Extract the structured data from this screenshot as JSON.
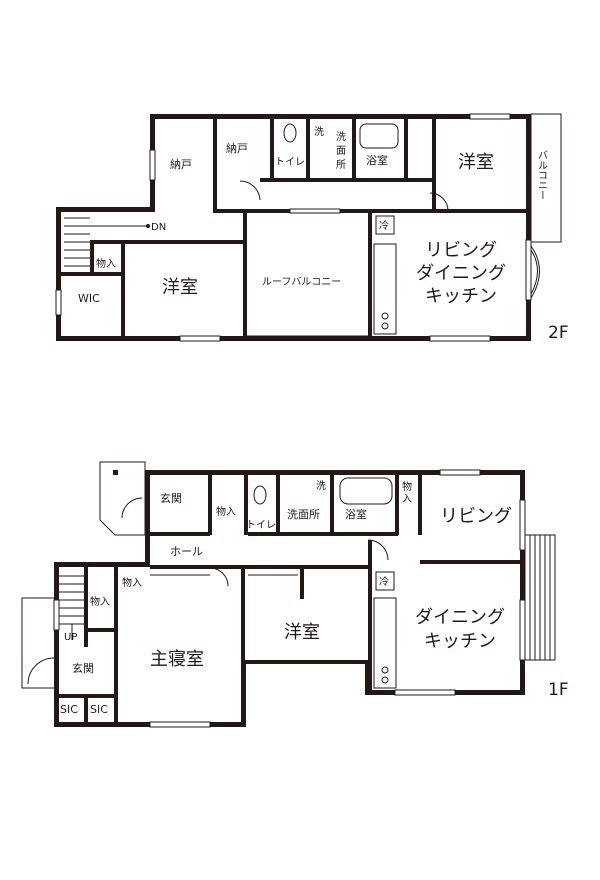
{
  "floor2": {
    "label": "2F",
    "rooms": {
      "nando1": "納戸",
      "nando2": "納戸",
      "toilet": "トイレ",
      "sen": "洗",
      "senmenjo_v": "洗\n面\n所",
      "yokushitsu": "浴室",
      "youshitsu_ne": "洋室",
      "balcony": "バルコニー",
      "dn": "DN",
      "monoire": "物入",
      "wic": "WIC",
      "youshitsu_w": "洋室",
      "roof_balcony": "ルーフバルコニー",
      "rei": "冷",
      "ldk_line1": "リビング",
      "ldk_line2": "ダイニング",
      "ldk_line3": "キッチン"
    }
  },
  "floor1": {
    "label": "1F",
    "rooms": {
      "genkan_top": "玄関",
      "monoire1": "物入",
      "toilet": "トイレ",
      "senmenjo": "洗面所",
      "sen": "洗",
      "yokushitsu": "浴室",
      "monoire2": "物入",
      "living": "リビング",
      "hall": "ホール",
      "monoire3": "物入",
      "monoire4": "物入",
      "up": "UP",
      "genkan_bottom": "玄関",
      "sic1": "SIC",
      "sic2": "SIC",
      "master": "主寝室",
      "youshitsu": "洋室",
      "rei": "冷",
      "dk_line1": "ダイニング",
      "dk_line2": "キッチン"
    }
  }
}
